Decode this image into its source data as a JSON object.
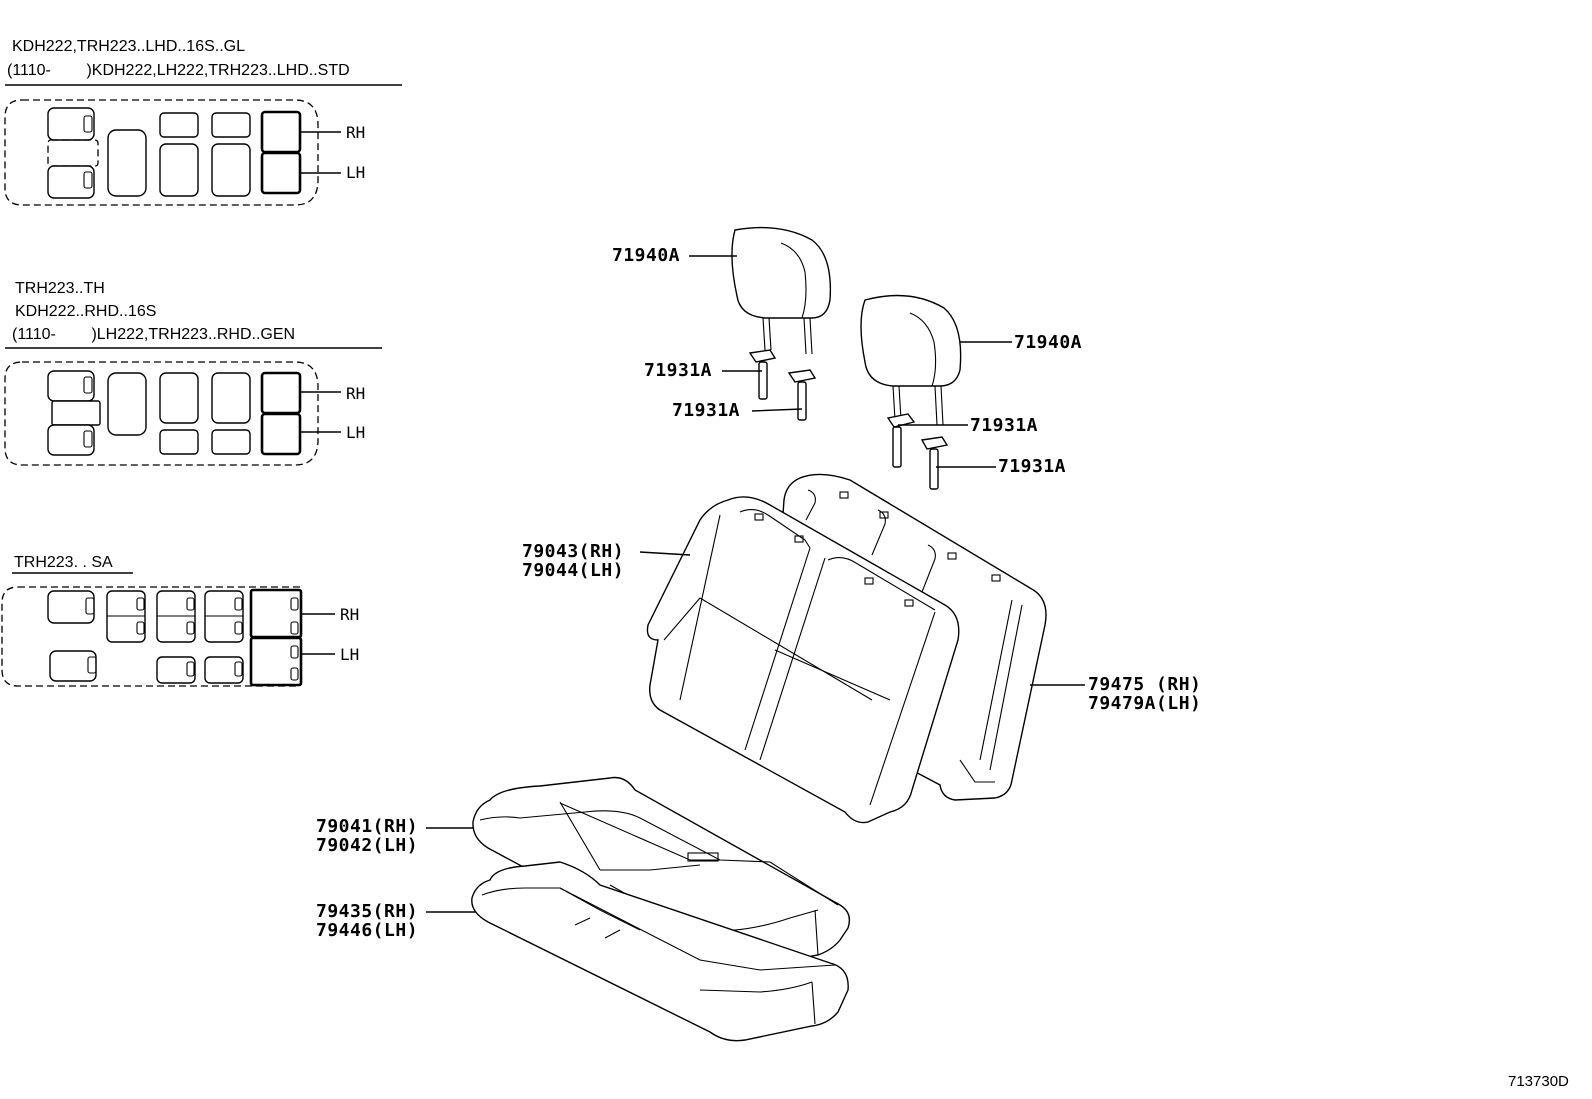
{
  "diagram_code": "713730D",
  "layouts": [
    {
      "lines": [
        "KDH222,TRH223..LHD..16S..GL",
        "(1110-        )KDH222,LH222,TRH223..LHD..STD"
      ],
      "rh": "RH",
      "lh": "LH"
    },
    {
      "lines": [
        "TRH223..TH",
        "KDH222..RHD..16S",
        "(1110-        )LH222,TRH223..RHD..GEN"
      ],
      "rh": "RH",
      "lh": "LH"
    },
    {
      "lines": [
        "TRH223. . SA"
      ],
      "rh": "RH",
      "lh": "LH"
    }
  ],
  "parts": {
    "headrest_left": "71940A",
    "headrest_right": "71940A",
    "support_1": "71931A",
    "support_2": "71931A",
    "support_3": "71931A",
    "support_4": "71931A",
    "back_cover": [
      "79043(RH)",
      "79044(LH)"
    ],
    "back_frame": [
      "79475 (RH)",
      "79479A(LH)"
    ],
    "cushion_cover": [
      "79041(RH)",
      "79042(LH)"
    ],
    "cushion_pad": [
      "79435(RH)",
      "79446(LH)"
    ]
  }
}
